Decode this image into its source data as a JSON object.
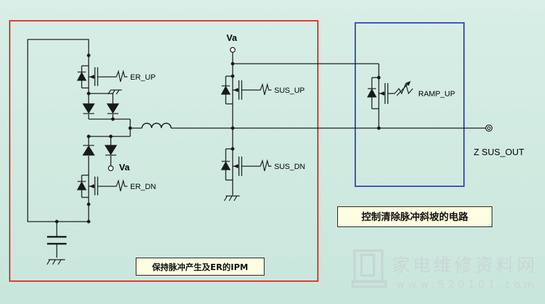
{
  "colors": {
    "background": "#dcefe6",
    "wire": "#1a1a1a",
    "ipm_box": "#e8332f",
    "ramp_box": "#3b52b8",
    "label_bg": "#fffde0",
    "watermark": "#c5d4d4"
  },
  "labels": {
    "va_top": "Va",
    "va_mid": "Va",
    "er_up": "ER_UP",
    "er_dn": "ER_DN",
    "sus_up": "SUS_UP",
    "sus_dn": "SUS_DN",
    "ramp_up": "RAMP_UP",
    "z_sus_out": "Z SUS_OUT"
  },
  "captions": {
    "ipm": "保持脉冲产生及ER的IPM",
    "ramp": "控制清除脉冲斜坡的电路"
  },
  "watermark": {
    "cn": "家电维修资料网",
    "url": "www.520101.com"
  }
}
